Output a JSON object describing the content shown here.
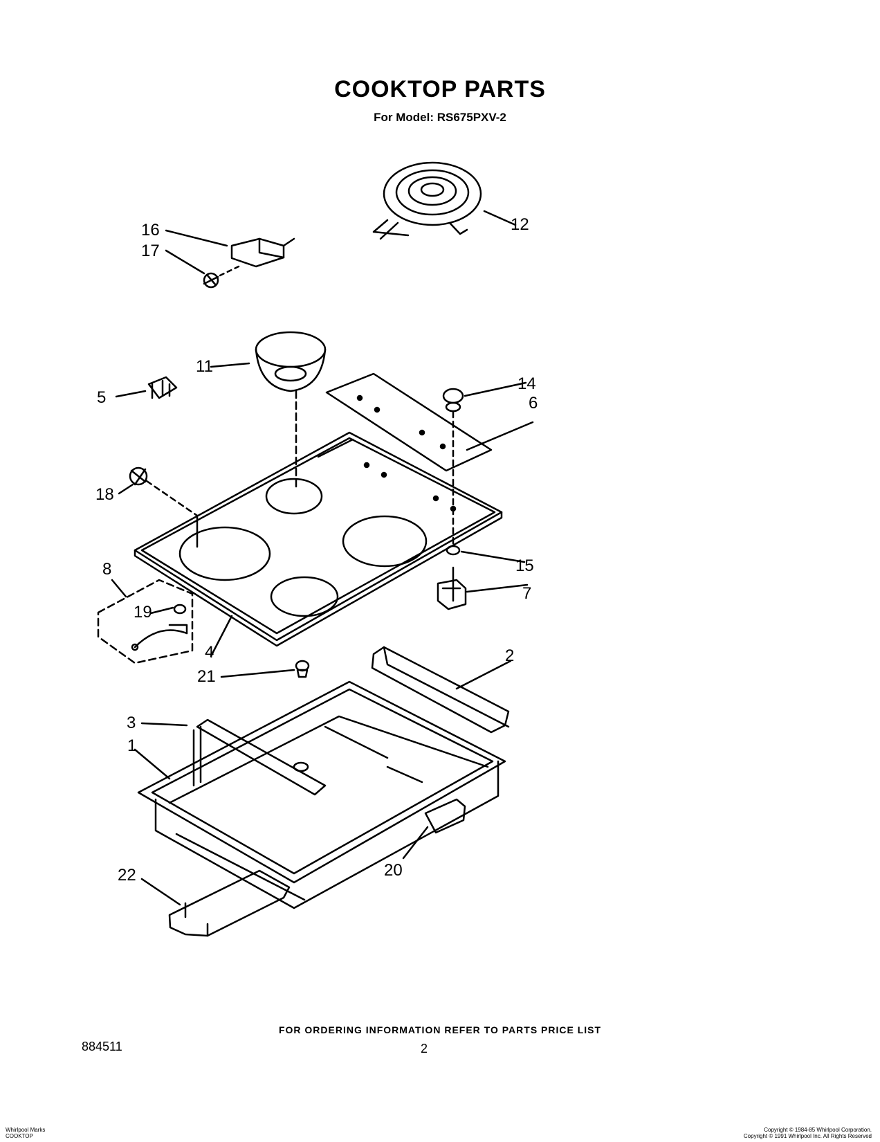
{
  "header": {
    "title": "COOKTOP PARTS",
    "subtitle": "For Model: RS675PXV-2"
  },
  "callouts": {
    "c1": "1",
    "c2": "2",
    "c3": "3",
    "c4": "4",
    "c5": "5",
    "c6": "6",
    "c7": "7",
    "c8": "8",
    "c11": "11",
    "c12": "12",
    "c14": "14",
    "c15": "15",
    "c16": "16",
    "c17": "17",
    "c18": "18",
    "c19": "19",
    "c20": "20",
    "c21": "21",
    "c22": "22"
  },
  "footer": {
    "ordering_note": "FOR ORDERING INFORMATION REFER TO PARTS PRICE LIST",
    "part_number": "884511",
    "page_number": "2",
    "left_line1": "Whirlpool Marks",
    "left_line2": "COOKTOP",
    "right_line1": "Copyright © 1984-85 Whirlpool Corporation.",
    "right_line2": "Copyright © 1991 Whirlpool Inc. All Rights Reserved"
  }
}
